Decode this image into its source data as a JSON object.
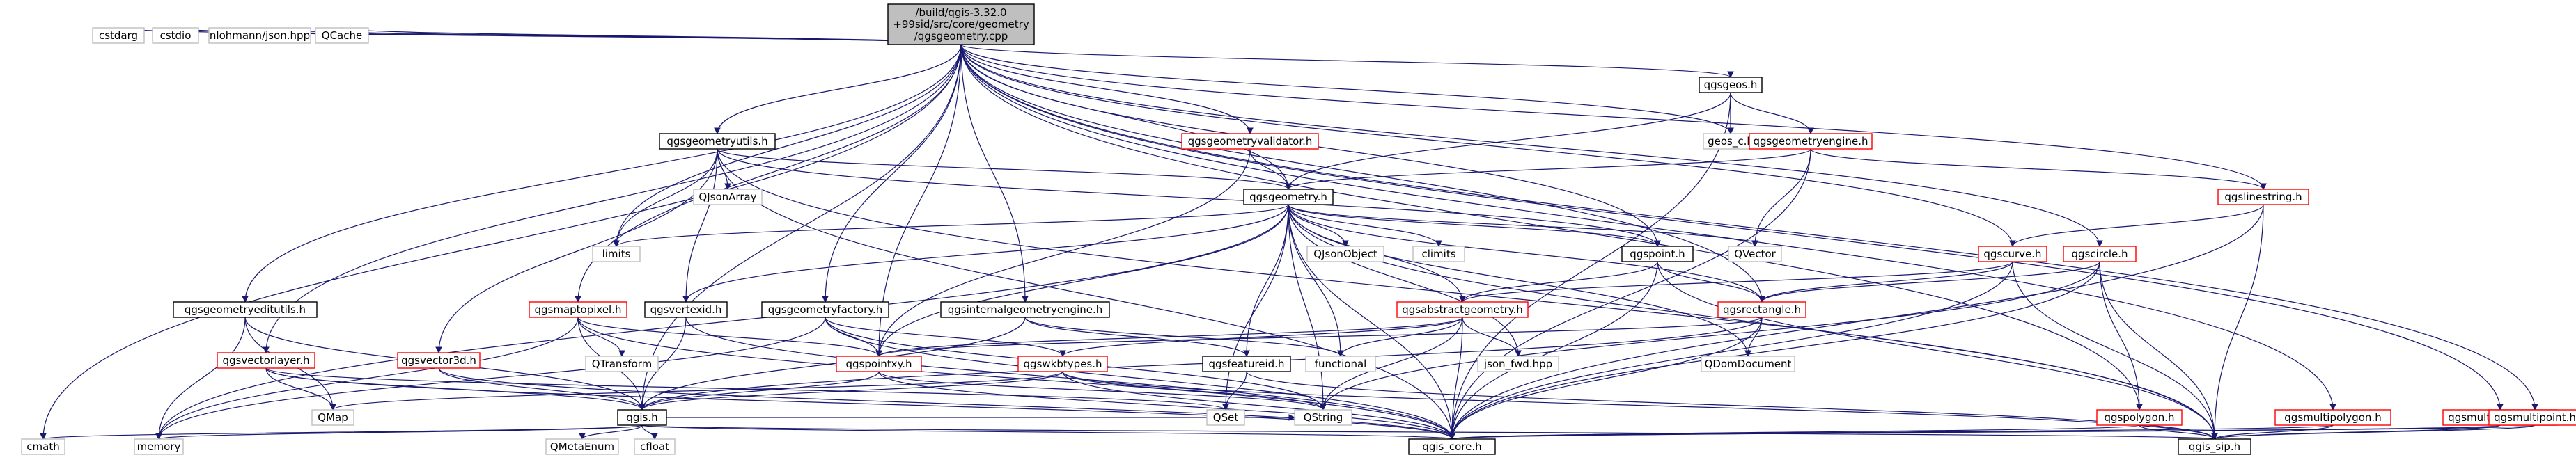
{
  "title": "/build/qgis-3.32.0+99sid/src/core/geometry/qgsgeometry.cpp",
  "colors": {
    "edge": "#191970",
    "root_fill": "#bfbfbf",
    "node_border_default": "#000000",
    "node_border_red": "#ff0000",
    "node_border_grey": "#bfbfbf"
  },
  "nodes": [
    {
      "id": "root",
      "lines": [
        "/build/qgis-3.32.0",
        "+99sid/src/core/geometry",
        "/qgsgeometry.cpp"
      ],
      "style": "root"
    },
    {
      "id": "cmath",
      "lines": [
        "cmath"
      ],
      "style": "grey"
    },
    {
      "id": "cstdarg",
      "lines": [
        "cstdarg"
      ],
      "style": "grey"
    },
    {
      "id": "cstdio",
      "lines": [
        "cstdio"
      ],
      "style": "grey"
    },
    {
      "id": "nlohmann",
      "lines": [
        "nlohmann/json.hpp"
      ],
      "style": "grey"
    },
    {
      "id": "qcache",
      "lines": [
        "QCache"
      ],
      "style": "grey"
    },
    {
      "id": "qgsgeometryutils",
      "lines": [
        "qgsgeometryutils.h"
      ],
      "style": "black"
    },
    {
      "id": "qgsgeometryvalidator",
      "lines": [
        "qgsgeometryvalidator.h"
      ],
      "style": "red"
    },
    {
      "id": "qgsgeos",
      "lines": [
        "qgsgeos.h"
      ],
      "style": "black"
    },
    {
      "id": "geos_c",
      "lines": [
        "geos_c.h"
      ],
      "style": "grey"
    },
    {
      "id": "qgsgeometryengine",
      "lines": [
        "qgsgeometryengine.h"
      ],
      "style": "red"
    },
    {
      "id": "qjsonarray",
      "lines": [
        "QJsonArray"
      ],
      "style": "grey"
    },
    {
      "id": "qgsgeometry",
      "lines": [
        "qgsgeometry.h"
      ],
      "style": "black"
    },
    {
      "id": "qgslinestring",
      "lines": [
        "qgslinestring.h"
      ],
      "style": "red"
    },
    {
      "id": "limits",
      "lines": [
        "limits"
      ],
      "style": "grey"
    },
    {
      "id": "qjsonobject",
      "lines": [
        "QJsonObject"
      ],
      "style": "grey"
    },
    {
      "id": "climits",
      "lines": [
        "climits"
      ],
      "style": "grey"
    },
    {
      "id": "qgspoint",
      "lines": [
        "qgspoint.h"
      ],
      "style": "black"
    },
    {
      "id": "qvector",
      "lines": [
        "QVector"
      ],
      "style": "grey"
    },
    {
      "id": "qgscurve",
      "lines": [
        "qgscurve.h"
      ],
      "style": "red"
    },
    {
      "id": "qgscircle",
      "lines": [
        "qgscircle.h"
      ],
      "style": "red"
    },
    {
      "id": "qgsgeometryeditutils",
      "lines": [
        "qgsgeometryeditutils.h"
      ],
      "style": "black"
    },
    {
      "id": "qgsmaptopixel",
      "lines": [
        "qgsmaptopixel.h"
      ],
      "style": "red"
    },
    {
      "id": "qgsvertexid",
      "lines": [
        "qgsvertexid.h"
      ],
      "style": "black"
    },
    {
      "id": "qgsgeometryfactory",
      "lines": [
        "qgsgeometryfactory.h"
      ],
      "style": "black"
    },
    {
      "id": "qgsinternalgeometryengine",
      "lines": [
        "qgsinternalgeometryengine.h"
      ],
      "style": "black"
    },
    {
      "id": "qgsabstractgeometry",
      "lines": [
        "qgsabstractgeometry.h"
      ],
      "style": "red"
    },
    {
      "id": "qgsrectangle",
      "lines": [
        "qgsrectangle.h"
      ],
      "style": "red"
    },
    {
      "id": "qgsvectorlayer",
      "lines": [
        "qgsvectorlayer.h"
      ],
      "style": "red"
    },
    {
      "id": "qgsvector3d",
      "lines": [
        "qgsvector3d.h"
      ],
      "style": "red"
    },
    {
      "id": "qtransform",
      "lines": [
        "QTransform"
      ],
      "style": "grey"
    },
    {
      "id": "qgspointxy",
      "lines": [
        "qgspointxy.h"
      ],
      "style": "red"
    },
    {
      "id": "qgswkbtypes",
      "lines": [
        "qgswkbtypes.h"
      ],
      "style": "red"
    },
    {
      "id": "qgsfeatureid",
      "lines": [
        "qgsfeatureid.h"
      ],
      "style": "black"
    },
    {
      "id": "functional",
      "lines": [
        "functional"
      ],
      "style": "grey"
    },
    {
      "id": "json_fwd",
      "lines": [
        "json_fwd.hpp"
      ],
      "style": "grey"
    },
    {
      "id": "qdomdocument",
      "lines": [
        "QDomDocument"
      ],
      "style": "grey"
    },
    {
      "id": "qmap",
      "lines": [
        "QMap"
      ],
      "style": "grey"
    },
    {
      "id": "qgis",
      "lines": [
        "qgis.h"
      ],
      "style": "black"
    },
    {
      "id": "qset",
      "lines": [
        "QSet"
      ],
      "style": "grey"
    },
    {
      "id": "qstring",
      "lines": [
        "QString"
      ],
      "style": "grey"
    },
    {
      "id": "qgspolygon",
      "lines": [
        "qgspolygon.h"
      ],
      "style": "red"
    },
    {
      "id": "qgsmultipolygon",
      "lines": [
        "qgsmultipolygon.h"
      ],
      "style": "red"
    },
    {
      "id": "qgsmultilinestring",
      "lines": [
        "qgsmultilinestring.h"
      ],
      "style": "red"
    },
    {
      "id": "qgsmultipoint",
      "lines": [
        "qgsmultipoint.h"
      ],
      "style": "red"
    },
    {
      "id": "memory",
      "lines": [
        "memory"
      ],
      "style": "grey"
    },
    {
      "id": "qmetaenum",
      "lines": [
        "QMetaEnum"
      ],
      "style": "grey"
    },
    {
      "id": "cfloat",
      "lines": [
        "cfloat"
      ],
      "style": "grey"
    },
    {
      "id": "qgis_core",
      "lines": [
        "qgis_core.h"
      ],
      "style": "black"
    },
    {
      "id": "qgis_sip",
      "lines": [
        "qgis_sip.h"
      ],
      "style": "black"
    }
  ],
  "edges": [
    [
      "root",
      "cmath"
    ],
    [
      "root",
      "cstdarg"
    ],
    [
      "root",
      "cstdio"
    ],
    [
      "root",
      "nlohmann"
    ],
    [
      "root",
      "qcache"
    ],
    [
      "root",
      "qgsgeometryutils"
    ],
    [
      "root",
      "qgsgeometryvalidator"
    ],
    [
      "root",
      "qgsgeos"
    ],
    [
      "root",
      "geos_c"
    ],
    [
      "root",
      "qgsgeometry"
    ],
    [
      "root",
      "limits"
    ],
    [
      "root",
      "qgslinestring"
    ],
    [
      "root",
      "qgspoint"
    ],
    [
      "root",
      "qgscurve"
    ],
    [
      "root",
      "qgscircle"
    ],
    [
      "root",
      "qgsgeometryeditutils"
    ],
    [
      "root",
      "qgsmaptopixel"
    ],
    [
      "root",
      "qgsvectorlayer"
    ],
    [
      "root",
      "qgsgeometryfactory"
    ],
    [
      "root",
      "qgsinternalgeometryengine"
    ],
    [
      "root",
      "qgspointxy"
    ],
    [
      "root",
      "qgsrectangle"
    ],
    [
      "root",
      "qgspolygon"
    ],
    [
      "root",
      "qgsmultipolygon"
    ],
    [
      "root",
      "qgsmultilinestring"
    ],
    [
      "root",
      "qgsmultipoint"
    ],
    [
      "root",
      "qgis"
    ],
    [
      "qgsgeos",
      "geos_c"
    ],
    [
      "qgsgeos",
      "qgsgeometryengine"
    ],
    [
      "qgsgeos",
      "qgis_core"
    ],
    [
      "qgsgeos",
      "qgsgeometry"
    ],
    [
      "qgsgeometryengine",
      "qgsgeometry"
    ],
    [
      "qgsgeometryengine",
      "qvector"
    ],
    [
      "qgsgeometryengine",
      "qgis_core"
    ],
    [
      "qgsgeometryengine",
      "qgslinestring"
    ],
    [
      "qgsgeometryutils",
      "qjsonarray"
    ],
    [
      "qgsgeometryutils",
      "qgsgeometry"
    ],
    [
      "qgsgeometryutils",
      "limits"
    ],
    [
      "qgsgeometryutils",
      "qgspoint"
    ],
    [
      "qgsgeometryutils",
      "qgsvertexid"
    ],
    [
      "qgsgeometryutils",
      "qgsvector3d"
    ],
    [
      "qgsgeometryutils",
      "qgis_core"
    ],
    [
      "qgsgeometryutils",
      "qgis_sip"
    ],
    [
      "qgsgeometryvalidator",
      "qgsgeometry"
    ],
    [
      "qgsgeometryvalidator",
      "qgspointxy"
    ],
    [
      "qgsgeometry",
      "limits"
    ],
    [
      "qgsgeometry",
      "qjsonobject"
    ],
    [
      "qgsgeometry",
      "climits"
    ],
    [
      "qgsgeometry",
      "qgspoint"
    ],
    [
      "qgsgeometry",
      "qvector"
    ],
    [
      "qgsgeometry",
      "qgsabstractgeometry"
    ],
    [
      "qgsgeometry",
      "qgsrectangle"
    ],
    [
      "qgsgeometry",
      "qgsfeatureid"
    ],
    [
      "qgsgeometry",
      "qgspointxy"
    ],
    [
      "qgsgeometry",
      "qgsvertexid"
    ],
    [
      "qgsgeometry",
      "qgis_core"
    ],
    [
      "qgsgeometry",
      "qgis_sip"
    ],
    [
      "qgsgeometry",
      "json_fwd"
    ],
    [
      "qgsgeometry",
      "memory"
    ],
    [
      "qgsgeometry",
      "qstring"
    ],
    [
      "qgsgeometry",
      "qdomdocument"
    ],
    [
      "qgsgeometry",
      "functional"
    ],
    [
      "qgsgeometry",
      "qset"
    ],
    [
      "qgslinestring",
      "qgscurve"
    ],
    [
      "qgslinestring",
      "qgis_core"
    ],
    [
      "qgslinestring",
      "qgis_sip"
    ],
    [
      "qgspoint",
      "qgsabstractgeometry"
    ],
    [
      "qgspoint",
      "qgsrectangle"
    ],
    [
      "qgspoint",
      "qgis_core"
    ],
    [
      "qgspoint",
      "qgis_sip"
    ],
    [
      "qgscurve",
      "qgsabstractgeometry"
    ],
    [
      "qgscurve",
      "qgis_core"
    ],
    [
      "qgscurve",
      "qgis_sip"
    ],
    [
      "qgscurve",
      "qgsrectangle"
    ],
    [
      "qgscircle",
      "qgsrectangle"
    ],
    [
      "qgscircle",
      "qgspolygon"
    ],
    [
      "qgscircle",
      "qgis_core"
    ],
    [
      "qgscircle",
      "qgis_sip"
    ],
    [
      "qgscircle",
      "qstring"
    ],
    [
      "qgsabstractgeometry",
      "qgspointxy"
    ],
    [
      "qgsabstractgeometry",
      "qgswkbtypes"
    ],
    [
      "qgsabstractgeometry",
      "functional"
    ],
    [
      "qgsabstractgeometry",
      "qstring"
    ],
    [
      "qgsabstractgeometry",
      "qgis_core"
    ],
    [
      "qgsabstractgeometry",
      "json_fwd"
    ],
    [
      "qgsrectangle",
      "qdomdocument"
    ],
    [
      "qgsrectangle",
      "qgspointxy"
    ],
    [
      "qgsrectangle",
      "qgis_core"
    ],
    [
      "qgsrectangle",
      "qgis"
    ],
    [
      "qgsgeometryeditutils",
      "memory"
    ],
    [
      "qgsgeometryeditutils",
      "qmap"
    ],
    [
      "qgsgeometryeditutils",
      "qgis"
    ],
    [
      "qgsmaptopixel",
      "qtransform"
    ],
    [
      "qgsmaptopixel",
      "qgspointxy"
    ],
    [
      "qgsmaptopixel",
      "qgis"
    ],
    [
      "qgsmaptopixel",
      "qgis_core"
    ],
    [
      "qgsmaptopixel",
      "memory"
    ],
    [
      "qgsvertexid",
      "qgis"
    ],
    [
      "qgsvertexid",
      "qgis_core"
    ],
    [
      "qgsgeometryfactory",
      "qgspointxy"
    ],
    [
      "qgsgeometryfactory",
      "qgis_core"
    ],
    [
      "qgsgeometryfactory",
      "qgswkbtypes"
    ],
    [
      "qgsgeometryfactory",
      "memory"
    ],
    [
      "qgsgeometryfactory",
      "qstring"
    ],
    [
      "qgsinternalgeometryengine",
      "qgsfeatureid"
    ],
    [
      "qgsinternalgeometryengine",
      "qgis"
    ],
    [
      "qgsinternalgeometryengine",
      "functional"
    ],
    [
      "qgsvectorlayer",
      "qmap"
    ],
    [
      "qgsvectorlayer",
      "qgis"
    ],
    [
      "qgsvectorlayer",
      "qgis_core"
    ],
    [
      "qgsvectorlayer",
      "qset"
    ],
    [
      "qgsvector3d",
      "qgis"
    ],
    [
      "qgsvector3d",
      "qgis_core"
    ],
    [
      "qgspointxy",
      "qgis"
    ],
    [
      "qgspointxy",
      "qgis_core"
    ],
    [
      "qgspointxy",
      "qstring"
    ],
    [
      "qgswkbtypes",
      "qgis"
    ],
    [
      "qgswkbtypes",
      "qgis_core"
    ],
    [
      "qgswkbtypes",
      "qstring"
    ],
    [
      "qgswkbtypes",
      "qmap"
    ],
    [
      "qgswkbtypes",
      "qgis_sip"
    ],
    [
      "qgsfeatureid",
      "qset"
    ],
    [
      "qgsfeatureid",
      "qgis_sip"
    ],
    [
      "qgis",
      "cmath"
    ],
    [
      "qgis",
      "memory"
    ],
    [
      "qgis",
      "qmetaenum"
    ],
    [
      "qgis",
      "cfloat"
    ],
    [
      "qgis",
      "qgis_core"
    ],
    [
      "qgis",
      "qgis_sip"
    ],
    [
      "qgis",
      "qstring"
    ],
    [
      "qgspolygon",
      "qgis_core"
    ],
    [
      "qgspolygon",
      "qgis_sip"
    ],
    [
      "qgsmultipolygon",
      "qgis_core"
    ],
    [
      "qgsmultipolygon",
      "qgis_sip"
    ],
    [
      "qgsmultilinestring",
      "qgis_core"
    ],
    [
      "qgsmultilinestring",
      "qgis_sip"
    ],
    [
      "qgsmultipoint",
      "qgis_core"
    ],
    [
      "qgsmultipoint",
      "qgis_sip"
    ]
  ]
}
